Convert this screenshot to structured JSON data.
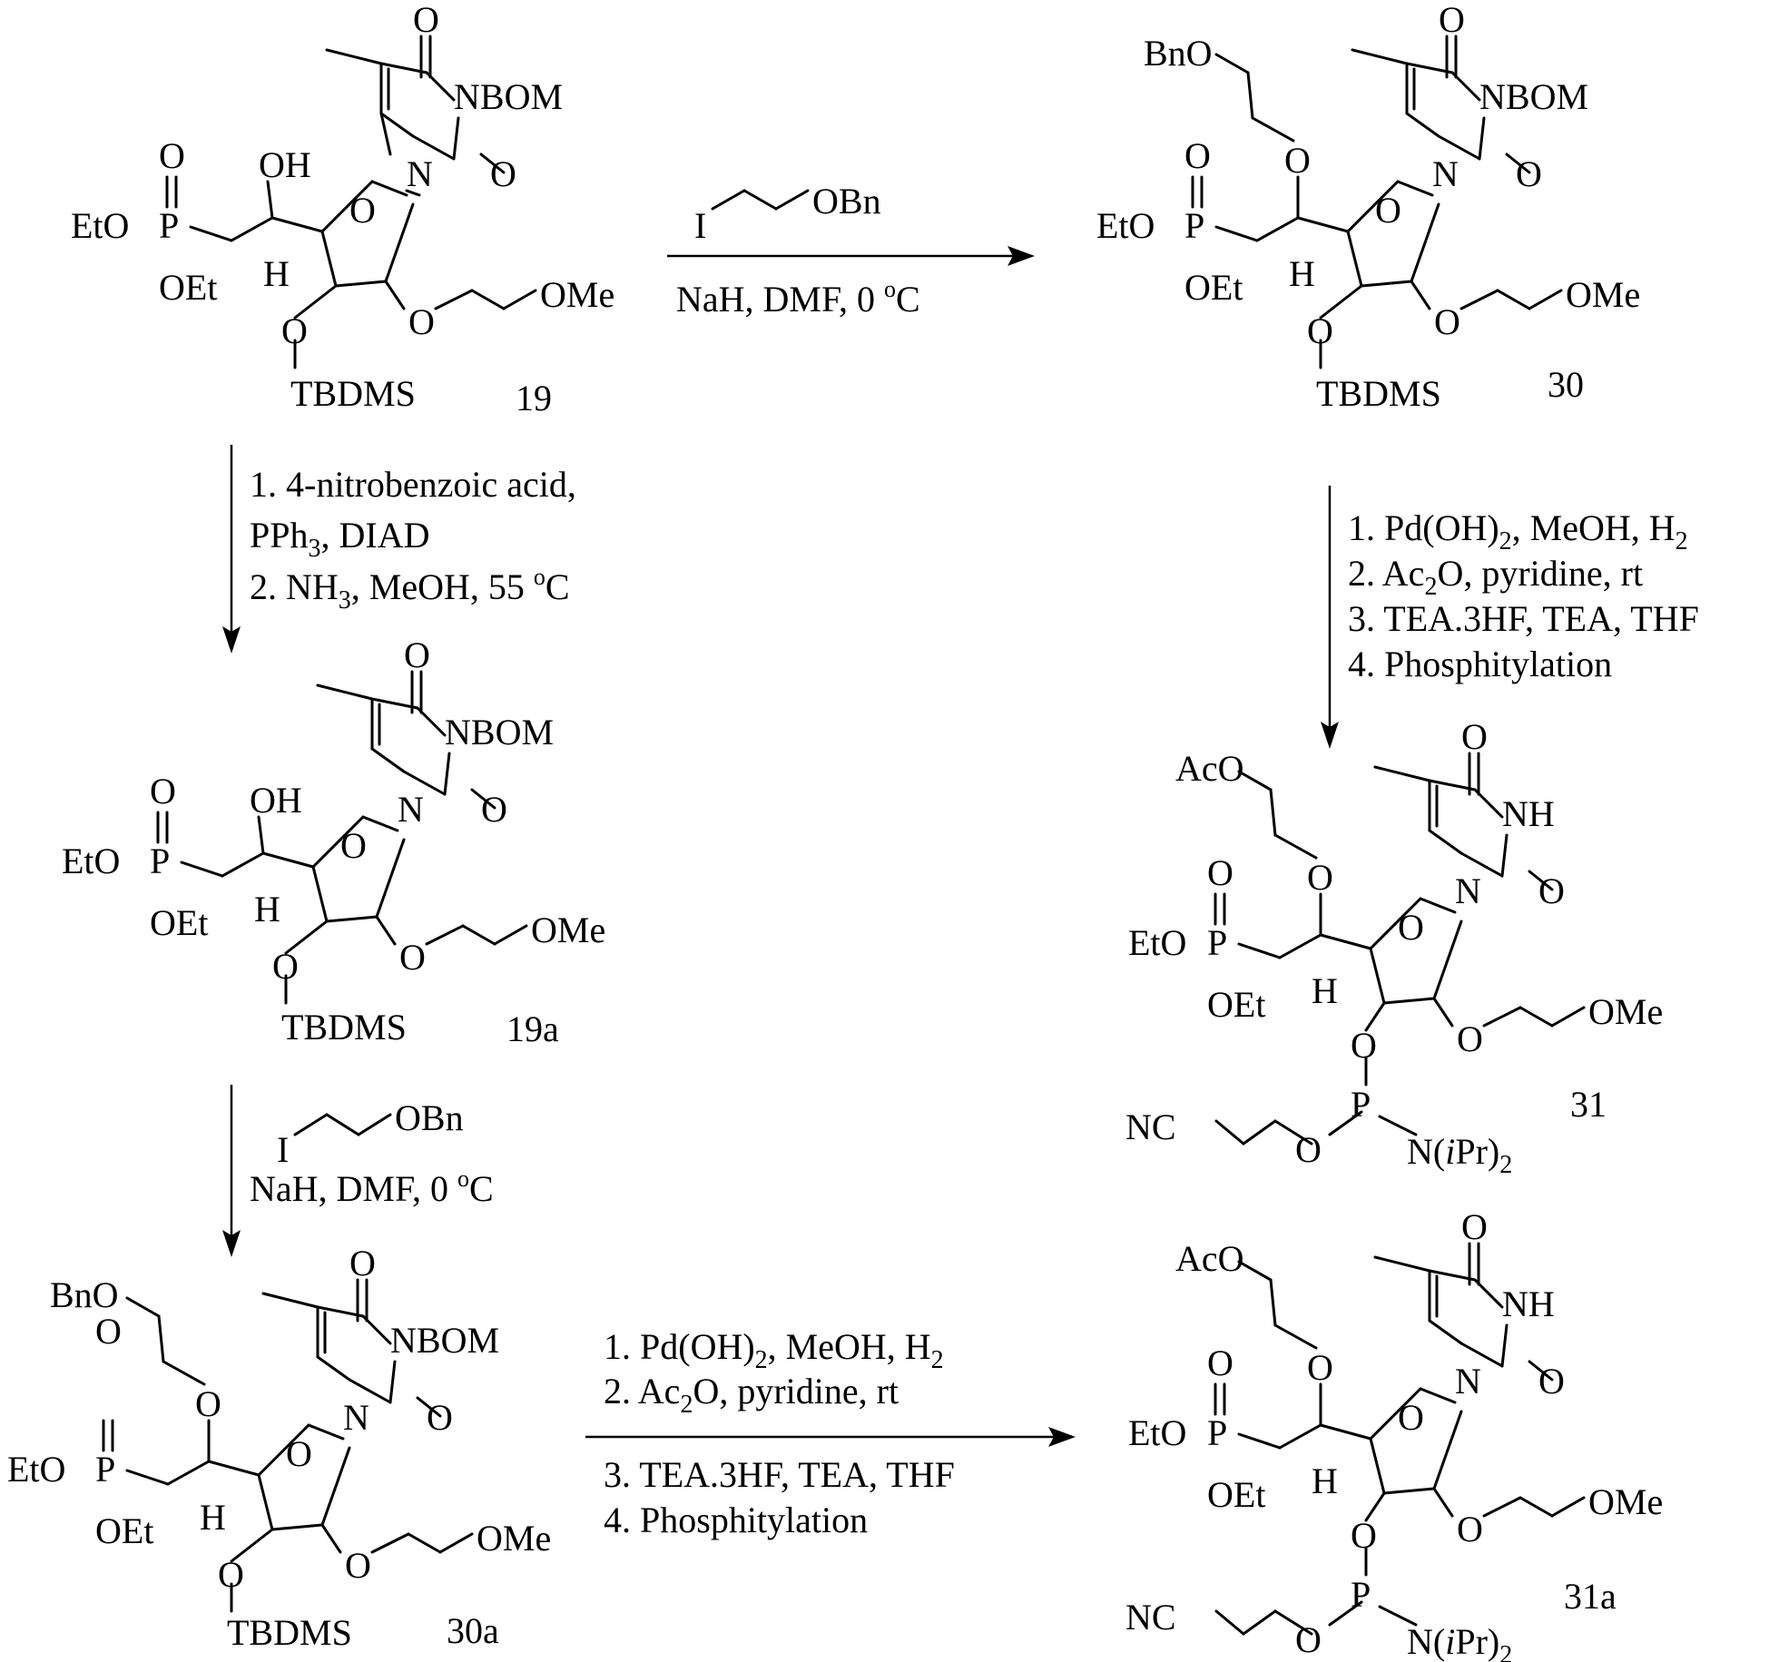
{
  "molecules": {
    "m19": {
      "id": "19",
      "labels": {
        "nbom": "NBOM",
        "o_top": "O",
        "o_2": "O",
        "n1": "N",
        "oh": "OH",
        "p_o": "O",
        "eto": "EtO",
        "p": "P",
        "oet": "OEt",
        "o_ring": "O",
        "h": "H",
        "o3": "O",
        "ome": "OMe",
        "o2": "O",
        "tbdms": "TBDMS"
      }
    },
    "m19a": {
      "id": "19a",
      "labels": {
        "nbom": "NBOM",
        "o_top": "O",
        "o_2": "O",
        "n1": "N",
        "oh": "OH",
        "p_o": "O",
        "eto": "EtO",
        "p": "P",
        "oet": "OEt",
        "o_ring": "O",
        "h": "H",
        "o3": "O",
        "ome": "OMe",
        "o2": "O",
        "tbdms": "TBDMS"
      }
    },
    "m30": {
      "id": "30",
      "labels": {
        "bno": "BnO",
        "nbom": "NBOM",
        "o_top": "O",
        "o_2": "O",
        "n1": "N",
        "o_ether": "O",
        "p_o": "O",
        "eto": "EtO",
        "p": "P",
        "oet": "OEt",
        "o_ring": "O",
        "h": "H",
        "o3": "O",
        "ome": "OMe",
        "o2": "O",
        "tbdms": "TBDMS"
      }
    },
    "m30a": {
      "id": "30a",
      "labels": {
        "bno": "BnO",
        "nbom": "NBOM",
        "o_top": "O",
        "o_2": "O",
        "n1": "N",
        "o_ether": "O",
        "p_o": "O",
        "eto": "EtO",
        "p": "P",
        "oet": "OEt",
        "o_ring": "O",
        "h": "H",
        "o3": "O",
        "ome": "OMe",
        "o2": "O",
        "tbdms": "TBDMS"
      }
    },
    "m31": {
      "id": "31",
      "labels": {
        "aco": "AcO",
        "nh": "NH",
        "o_top": "O",
        "o_2": "O",
        "n1": "N",
        "o_ether": "O",
        "p_o": "O",
        "eto": "EtO",
        "p": "P",
        "oet": "OEt",
        "o_ring": "O",
        "h": "H",
        "o3": "O",
        "ome": "OMe",
        "o2": "O",
        "p3": "P",
        "nc": "NC",
        "o_p": "O",
        "nipr": "N(",
        "i": "i",
        "pr": "Pr)",
        "sub2": "2"
      }
    },
    "m31a": {
      "id": "31a",
      "labels": {
        "aco": "AcO",
        "nh": "NH",
        "o_top": "O",
        "o_2": "O",
        "n1": "N",
        "o_ether": "O",
        "p_o": "O",
        "eto": "EtO",
        "p": "P",
        "oet": "OEt",
        "o_ring": "O",
        "h": "H",
        "o3": "O",
        "ome": "OMe",
        "o2": "O",
        "p3": "P",
        "nc": "NC",
        "o_p": "O",
        "nipr": "N(",
        "i": "i",
        "pr": "Pr)",
        "sub2": "2"
      }
    }
  },
  "reagents": {
    "r1": {
      "i": "I",
      "obn": "OBn",
      "cond": "NaH, DMF, 0 ",
      "deg": "o",
      "c": "C"
    },
    "r2": {
      "line1": "1.  4-nitrobenzoic acid,",
      "line2a": "PPh",
      "line2sub": "3",
      "line2b": ", DIAD",
      "line3a": "2.  NH",
      "line3sub": "3",
      "line3b": ", MeOH, 55 ",
      "deg": "o",
      "c": "C"
    },
    "r3": {
      "l1a": "1. Pd(OH)",
      "l1sub": "2",
      "l1b": ", MeOH, H",
      "l1sub2": "2",
      "l2a": "2.  Ac",
      "l2sub": "2",
      "l2b": "O, pyridine, rt",
      "l3": "3. TEA.3HF, TEA, THF",
      "l4": "4.  Phosphitylation"
    },
    "r4": {
      "i": "I",
      "obn": "OBn",
      "cond": "NaH, DMF, 0 ",
      "deg": "o",
      "c": "C"
    },
    "r5": {
      "l1a": "1. Pd(OH)",
      "l1sub": "2",
      "l1b": ", MeOH, H",
      "l1sub2": "2",
      "l2a": "2.  Ac",
      "l2sub": "2",
      "l2b": "O, pyridine, rt",
      "l3": "3. TEA.3HF, TEA, THF",
      "l4": "4.  Phosphitylation"
    }
  }
}
